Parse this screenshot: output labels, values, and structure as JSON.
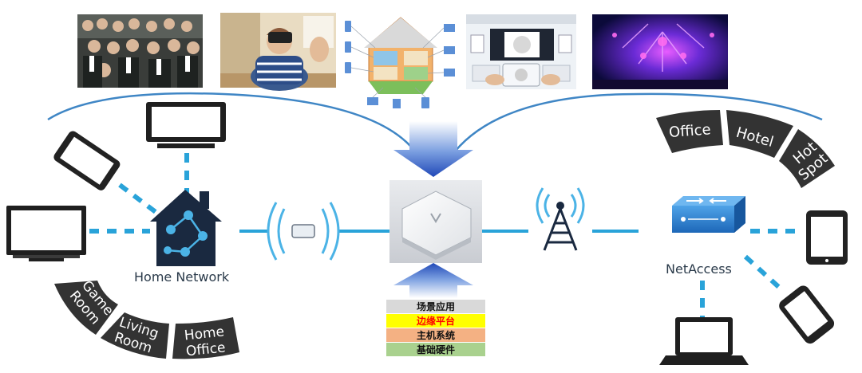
{
  "labels": {
    "home_network": "Home Network",
    "net_access": "NetAccess"
  },
  "home_rooms": [
    {
      "lines": [
        "Game",
        "Room"
      ]
    },
    {
      "lines": [
        "Living",
        "Room"
      ]
    },
    {
      "lines": [
        "Home",
        "Office"
      ]
    }
  ],
  "venues": [
    {
      "lines": [
        "Office"
      ]
    },
    {
      "lines": [
        "Hotel"
      ]
    },
    {
      "lines": [
        "Hot",
        "Spot"
      ]
    }
  ],
  "stack": [
    {
      "text": "场景应用",
      "bg": "#d9d9d9",
      "fg": "#111111"
    },
    {
      "text": "边缘平台",
      "bg": "#ffff00",
      "fg": "#ff0000"
    },
    {
      "text": "主机系统",
      "bg": "#f4b183",
      "fg": "#111111"
    },
    {
      "text": "基础硬件",
      "bg": "#a9d18e",
      "fg": "#111111"
    }
  ],
  "photos": [
    {
      "name": "group-photo",
      "scene": "crowd"
    },
    {
      "name": "vr-headset-photo",
      "scene": "vr"
    },
    {
      "name": "smart-home-diagram",
      "scene": "house"
    },
    {
      "name": "classroom-photo",
      "scene": "classroom"
    },
    {
      "name": "stage-show-photo",
      "scene": "stage"
    }
  ],
  "colors": {
    "link": "#29a3d9",
    "arc": "#3f86c5",
    "segment": "#333333",
    "arrow": "#2f5fb8"
  }
}
